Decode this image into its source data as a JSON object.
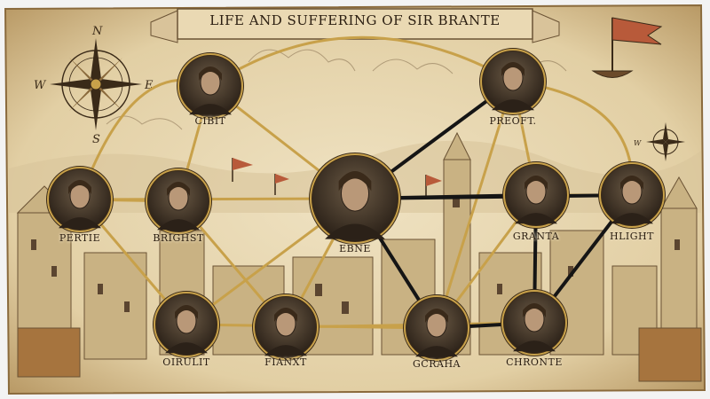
{
  "title": "LIFE AND SUFFERING OF SIR BRANTE",
  "compass": {
    "north": "N",
    "south": "S",
    "east": "E",
    "west": "W"
  },
  "characters": [
    {
      "id": "cibit",
      "label": "CIBIT"
    },
    {
      "id": "preoft",
      "label": "PREOFT."
    },
    {
      "id": "pertie",
      "label": "PERTIE"
    },
    {
      "id": "brights",
      "label": "BRIGHST"
    },
    {
      "id": "ebne",
      "label": "EBNE"
    },
    {
      "id": "granta",
      "label": "GRANTA"
    },
    {
      "id": "hlight",
      "label": "HLIGHT"
    },
    {
      "id": "oirult",
      "label": "OIRULIT"
    },
    {
      "id": "fianxt",
      "label": "FIANXT"
    },
    {
      "id": "gcraha",
      "label": "GCRAHA"
    },
    {
      "id": "chronte",
      "label": "CHRONTE"
    }
  ],
  "colors": {
    "parchment": "#e8d9b6",
    "ink": "#2a1d10",
    "gold": "#c8a14a",
    "black_link": "#151515"
  }
}
